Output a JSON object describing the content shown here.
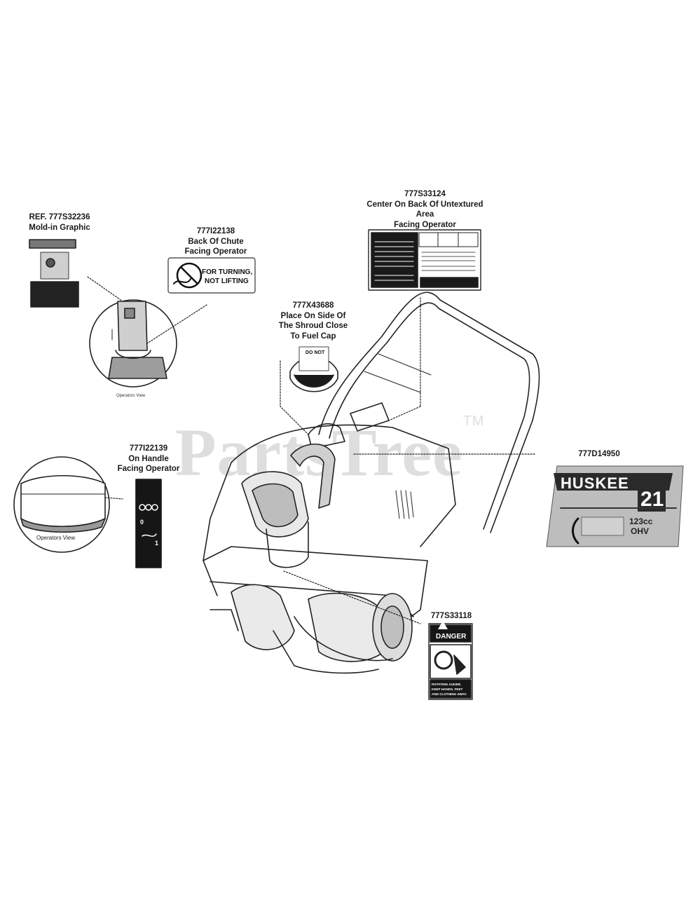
{
  "watermark": {
    "text": "PartsTree",
    "tm": "TM"
  },
  "callouts": {
    "ref_mold": {
      "lines": [
        "REF. 777S32236",
        "Mold-in Graphic"
      ]
    },
    "chute": {
      "lines": [
        "777I22138",
        "Back Of Chute",
        "Facing Operator"
      ]
    },
    "center_back": {
      "lines": [
        "777S33124",
        "Center On Back Of Untextured",
        "Area",
        "Facing Operator"
      ]
    },
    "fuel_cap": {
      "lines": [
        "777X43688",
        "Place On Side Of",
        "The Shroud Close",
        "To Fuel Cap"
      ]
    },
    "handle": {
      "lines": [
        "777I22139",
        "On Handle",
        "Facing Operator"
      ]
    },
    "shroud_logo": {
      "lines": [
        "777D14950"
      ]
    },
    "danger_part": {
      "lines": [
        "777S33118"
      ]
    }
  },
  "decals": {
    "chute_text": [
      "FOR TURNING,",
      "NOT LIFTING"
    ],
    "fuel_cap_text": [
      "DO NOT"
    ],
    "danger_title": "DANGER",
    "danger_text": [
      "ROTATING AUGER.",
      "KEEP HANDS, FEET",
      "AND CLOTHING AWAY."
    ],
    "brand": "HUSKEE",
    "model_number": "21",
    "engine": [
      "123cc",
      "OHV"
    ],
    "handle_marks": [
      "0",
      "1"
    ]
  },
  "views": {
    "operators_view_small": "Operators View",
    "operators_view_large": "Operators View"
  }
}
